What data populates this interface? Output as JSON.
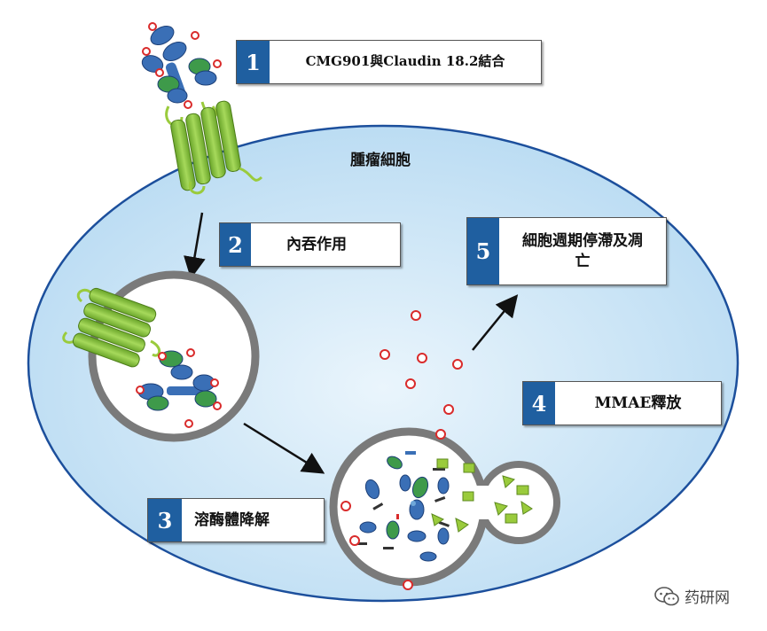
{
  "steps": [
    {
      "number": "1",
      "label": "CMG901與Claudin 18.2結合"
    },
    {
      "number": "2",
      "label": "內吞作用"
    },
    {
      "number": "3",
      "label": "溶酶體降解"
    },
    {
      "number": "4",
      "label": "MMAE釋放"
    },
    {
      "number": "5",
      "label": "細胞週期停滯及凋亡"
    }
  ],
  "cell_label": "腫瘤細胞",
  "watermark": {
    "text": "药研网",
    "icon": "wechat-icon"
  },
  "colors": {
    "step_number_bg": "#1f5fa0",
    "cell_fill": "#cfe6f7",
    "cell_border": "#1c4f9c",
    "receptor_green": "#8cc63f",
    "antibody_blue": "#3a6fb6",
    "payload_red": "#d92b2b"
  }
}
